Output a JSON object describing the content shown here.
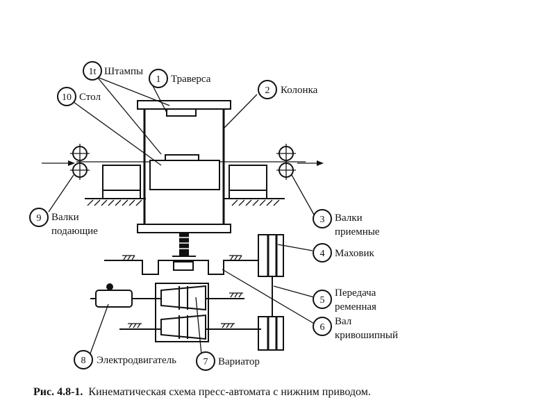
{
  "labels": {
    "n1": "1",
    "l1": "Траверса",
    "n2": "2",
    "l2": "Колонка",
    "n3": "3",
    "l3a": "Валки",
    "l3b": "приемные",
    "n4": "4",
    "l4": "Маховик",
    "n5": "5",
    "l5a": "Передача",
    "l5b": "ременная",
    "n6": "6",
    "l6a": "Вал",
    "l6b": "кривошипный",
    "n7": "7",
    "l7": "Вариатор",
    "n8": "8",
    "l8": "Электродвигатель",
    "n9": "9",
    "l9a": "Валки",
    "l9b": "подающие",
    "n10": "10",
    "l10": "Стол",
    "n11": "1t",
    "l11": "Штампы"
  },
  "caption": {
    "number": "Рис. 4.8-1.",
    "text": "Кинематическая схема пресс-автомата с нижним приводом."
  }
}
